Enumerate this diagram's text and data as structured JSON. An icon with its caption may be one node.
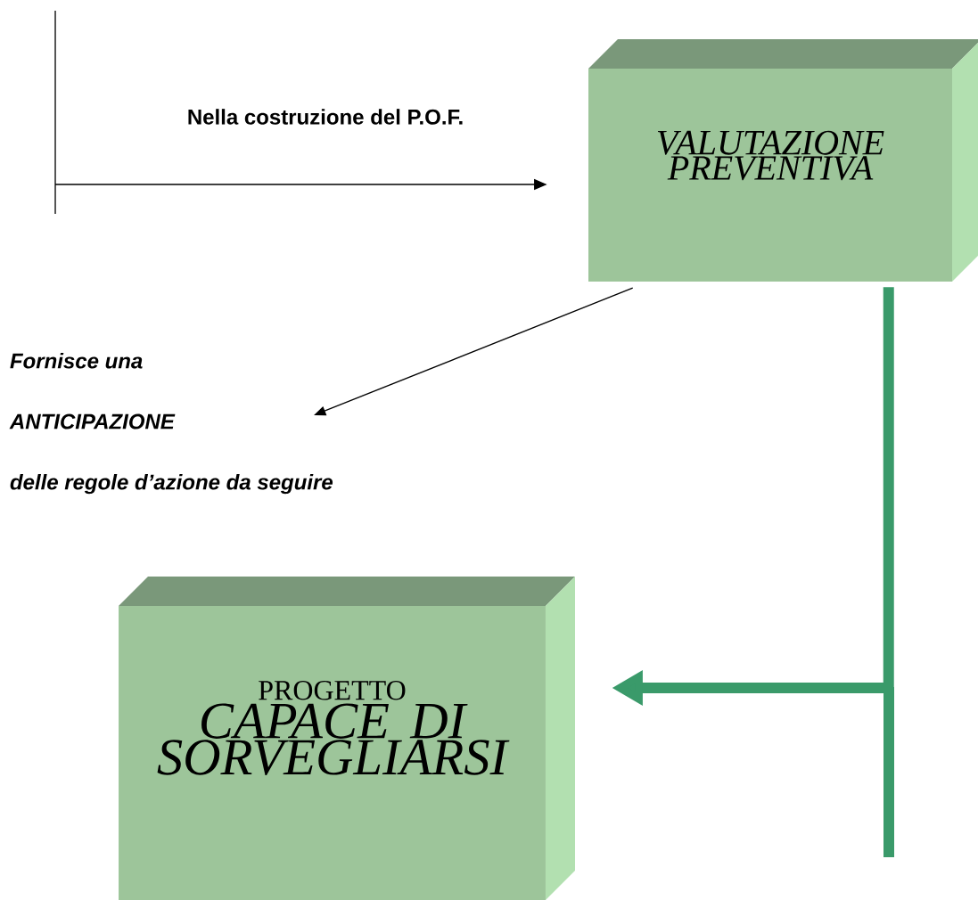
{
  "diagram": {
    "nodes": [
      {
        "text": [
          "VALUTAZIONE PREVENTIVA"
        ]
      },
      {
        "text": [
          "Fornisce una",
          "ANTICIPAZIONE",
          "delle regole d’azione da seguire"
        ]
      },
      {
        "text": [
          "PROGETTO",
          "CAPACE DI SORVEGLIARSI"
        ]
      }
    ],
    "edges": [
      {
        "from": null,
        "to": 0,
        "arrow": "to",
        "label": "Nella costruzione del P.O.F."
      },
      {
        "from": 0,
        "to": 1,
        "arrow": "to"
      },
      {
        "from": 0,
        "to": 2,
        "arrow": "to",
        "style": "thick",
        "color": "#3a9a6a"
      }
    ]
  }
}
